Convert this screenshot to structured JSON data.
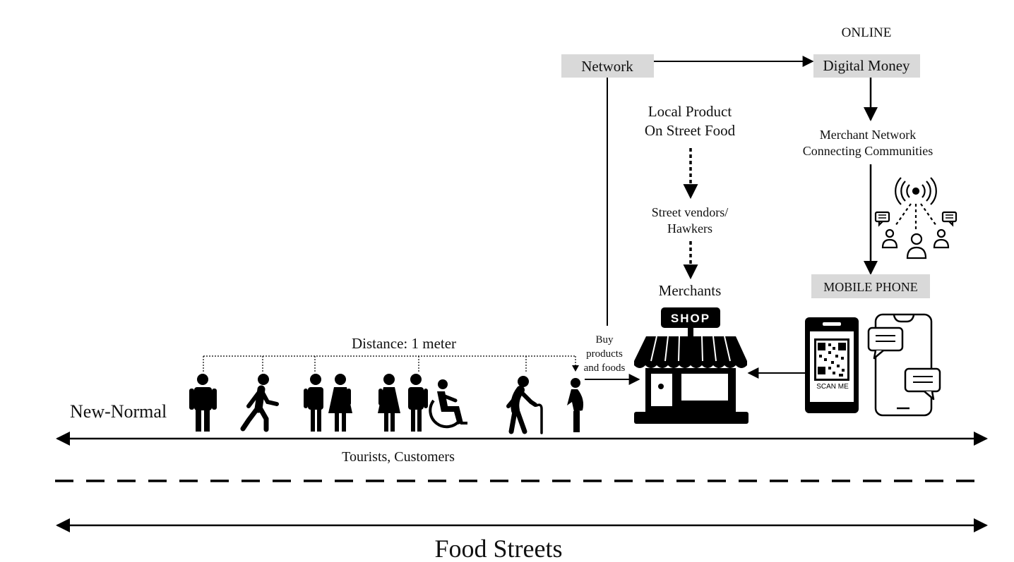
{
  "labels": {
    "online": "ONLINE",
    "network": "Network",
    "digital_money": "Digital Money",
    "local_product_line1": "Local Product",
    "local_product_line2": "On Street Food",
    "street_vendors_line1": "Street vendors/",
    "street_vendors_line2": "Hawkers",
    "merchants": "Merchants",
    "merchant_network_line1": "Merchant Network",
    "merchant_network_line2": "Connecting Communities",
    "mobile_phone": "MOBILE PHONE",
    "distance": "Distance: 1 meter",
    "buy_line1": "Buy",
    "buy_line2": "products",
    "buy_line3": "and foods",
    "new_normal": "New-Normal",
    "tourists_customers": "Tourists, Customers",
    "food_streets": "Food Streets",
    "shop_sign": "SHOP",
    "scan_me": "SCAN ME"
  },
  "icons": {
    "person_standing": "person-standing-icon",
    "person_walking": "person-walking-icon",
    "couple": "couple-icon",
    "wheelchair_user": "wheelchair-user-icon",
    "elderly_with_cane": "elderly-person-cane-icon",
    "pregnant_woman": "pregnant-woman-icon",
    "shop": "shop-icon",
    "qr_phone": "qr-code-phone-icon",
    "chat_phone": "smartphone-chat-icon",
    "broadcast_community": "broadcast-community-icon"
  },
  "colors": {
    "label_box": "#d9d9d9",
    "road_line_glow": "#cfe3b0",
    "ink": "#000000"
  }
}
